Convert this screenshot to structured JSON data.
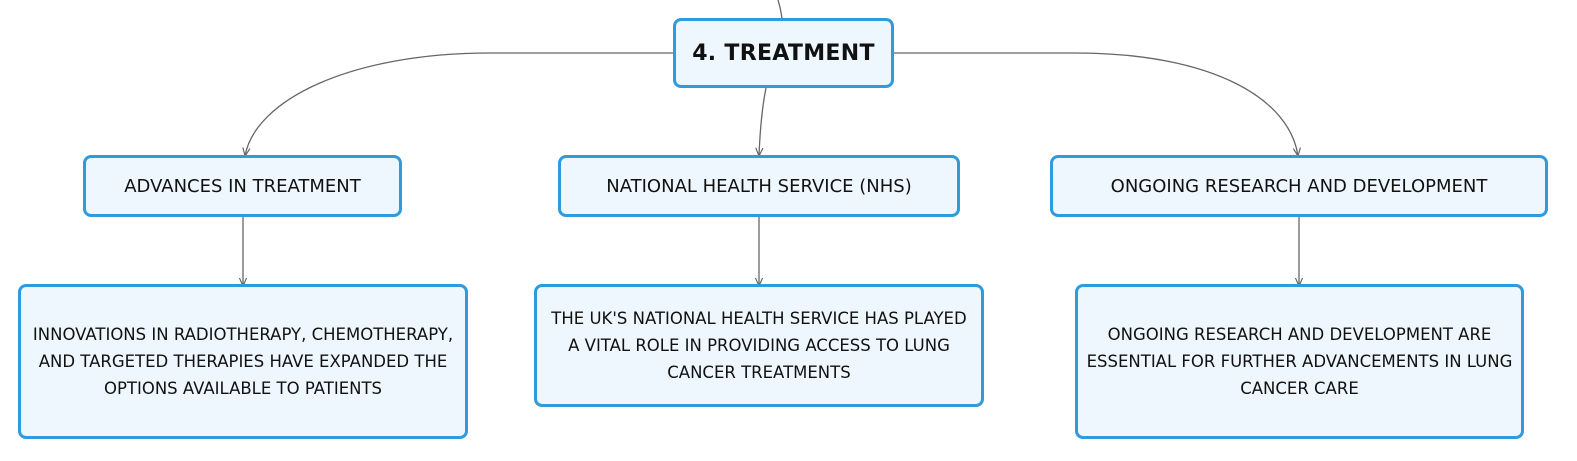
{
  "diagram": {
    "root": {
      "label": "4. TREATMENT"
    },
    "branches": [
      {
        "label": "ADVANCES IN TREATMENT",
        "detail": "INNOVATIONS IN RADIOTHERAPY, CHEMOTHERAPY, AND TARGETED THERAPIES HAVE EXPANDED THE OPTIONS AVAILABLE TO PATIENTS"
      },
      {
        "label": "NATIONAL HEALTH SERVICE (NHS)",
        "detail": "THE UK'S NATIONAL HEALTH SERVICE HAS PLAYED A VITAL ROLE IN PROVIDING ACCESS TO LUNG CANCER TREATMENTS"
      },
      {
        "label": "ONGOING RESEARCH AND DEVELOPMENT",
        "detail": "ONGOING RESEARCH AND DEVELOPMENT ARE ESSENTIAL FOR FURTHER ADVANCEMENTS IN LUNG CANCER CARE"
      }
    ],
    "colors": {
      "node_border": "#2e9bde",
      "node_fill": "#eef7fd",
      "connector": "#666666",
      "text": "#111111"
    }
  }
}
